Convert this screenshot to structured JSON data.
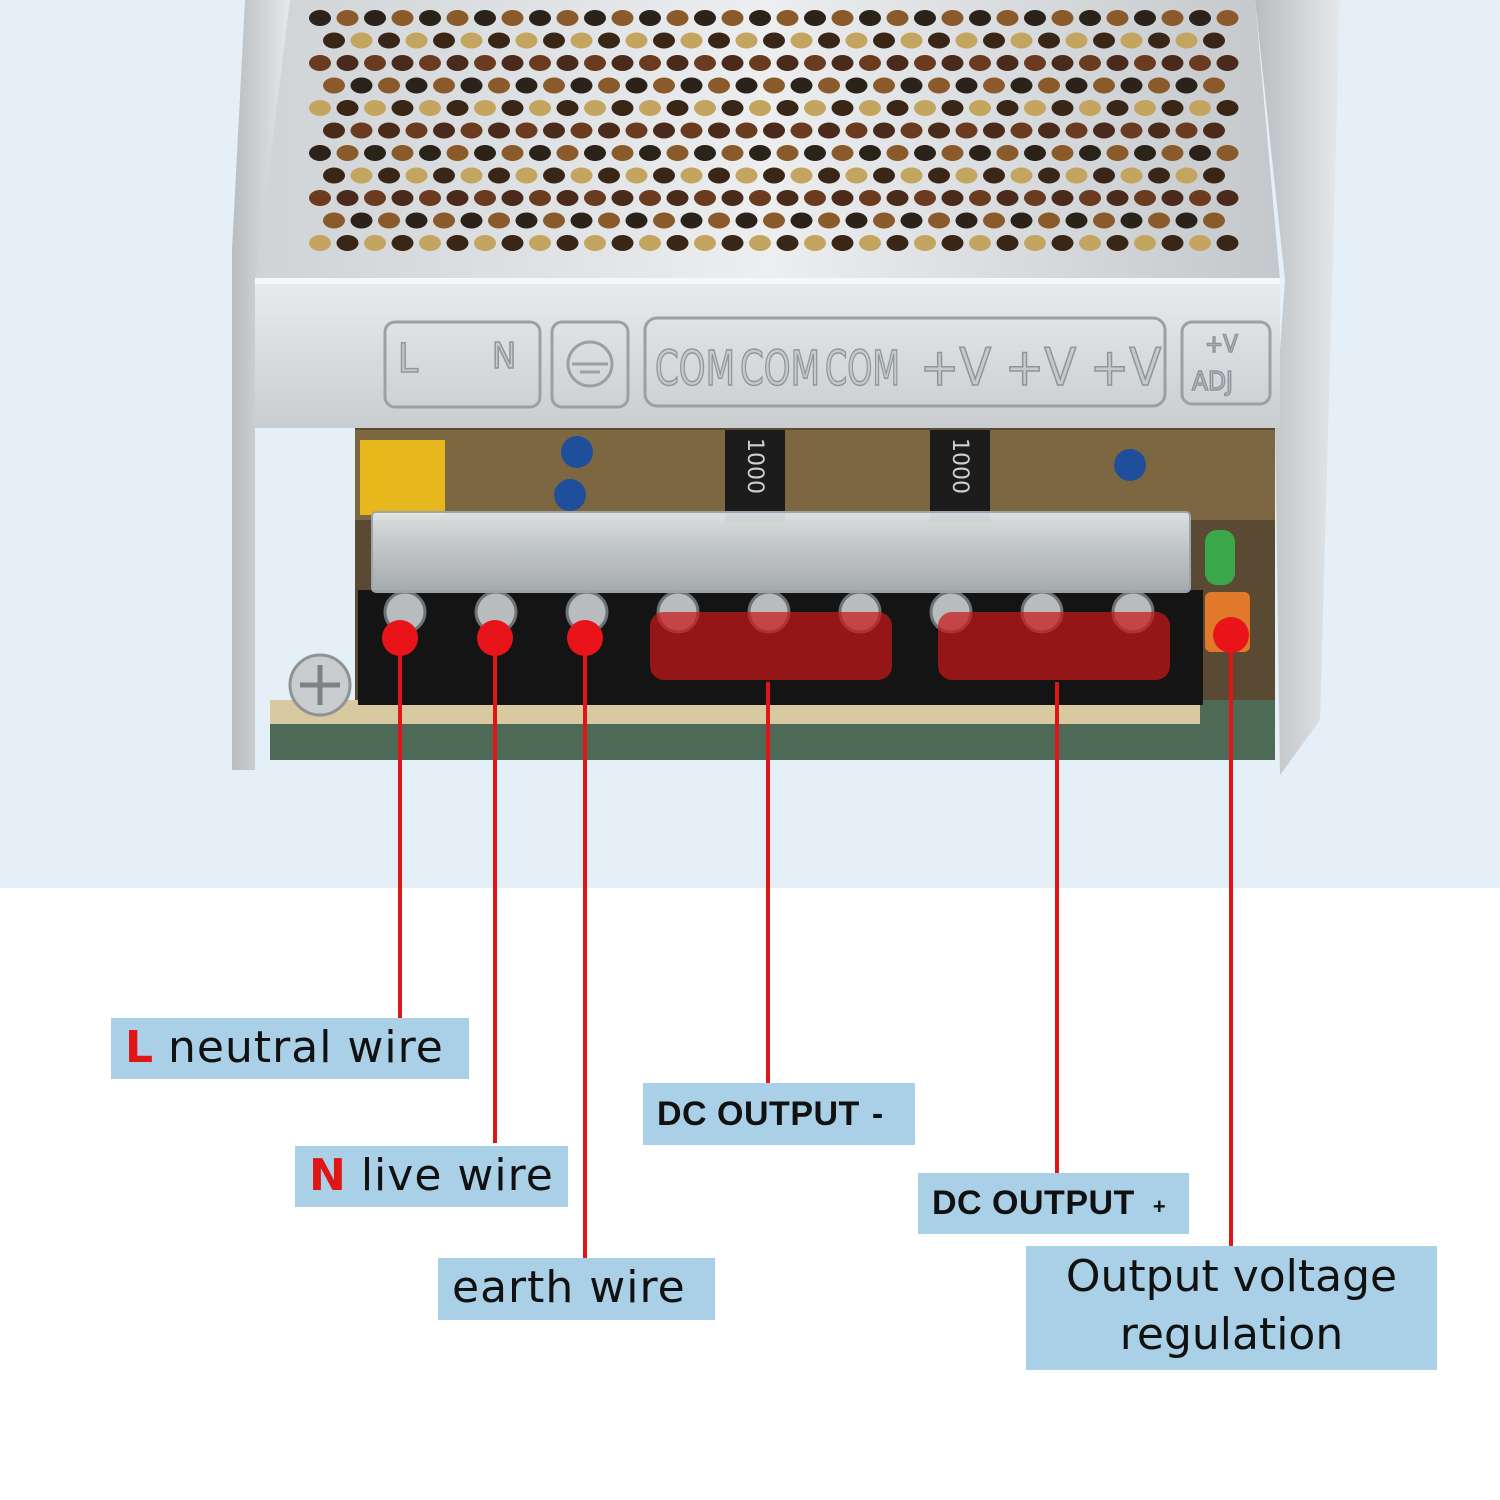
{
  "panel_markings": {
    "l": "L",
    "n": "N",
    "com": [
      "COM",
      "COM",
      "COM"
    ],
    "v": [
      "+V",
      "+V",
      "+V"
    ],
    "adj_top": "+V",
    "adj_bottom": "ADJ"
  },
  "capacitor_text": [
    "1000",
    "1000"
  ],
  "labels": {
    "neutral": {
      "letter": "L",
      "text": "neutral wire"
    },
    "live": {
      "letter": "N",
      "text": "live wire"
    },
    "earth": {
      "text": "earth wire"
    },
    "dc_neg": {
      "text": "DC OUTPUT",
      "sign": "-"
    },
    "dc_pos": {
      "text": "DC OUTPUT",
      "sign": "+"
    },
    "regulation": {
      "line1": "Output voltage",
      "line2": "regulation"
    }
  },
  "colors": {
    "accent_red": "#e01515",
    "label_bg": "#a9d0e6",
    "background_top": "#e4eff8"
  }
}
